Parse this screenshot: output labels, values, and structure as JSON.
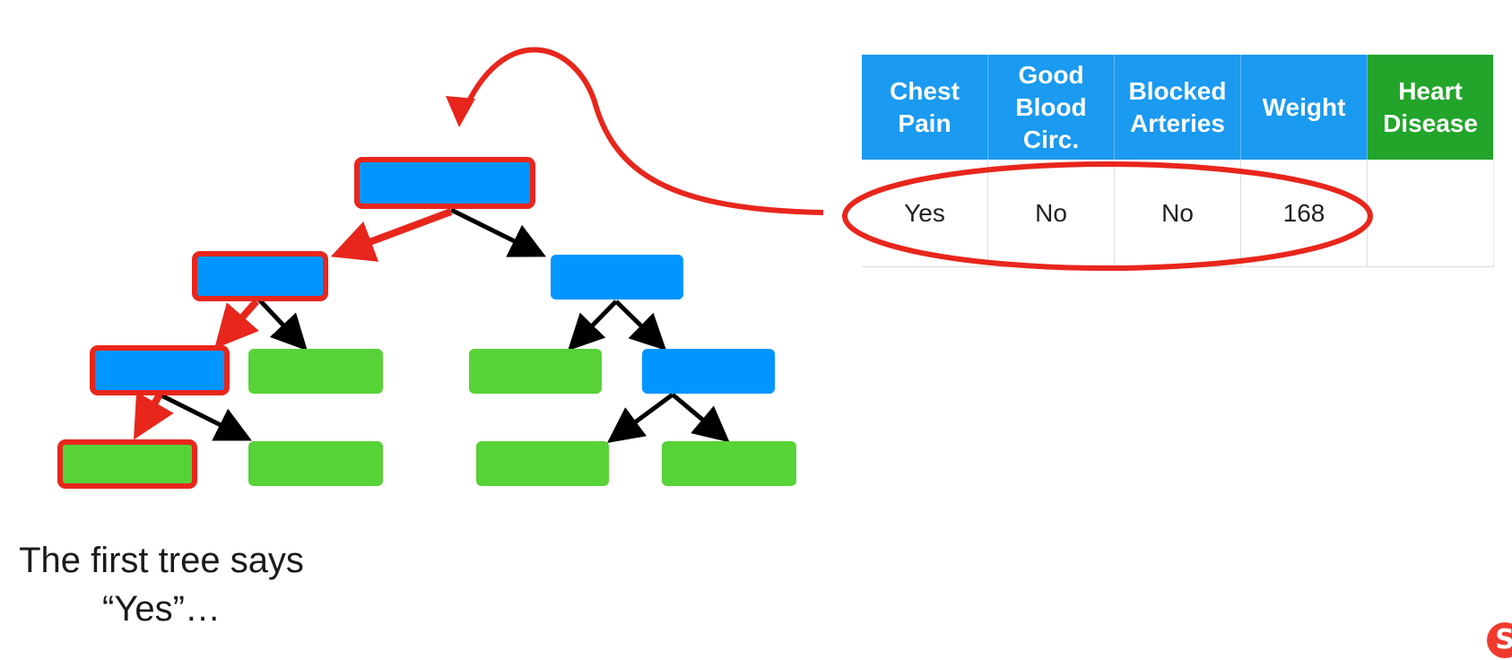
{
  "table": {
    "headers": [
      "Chest Pain",
      "Good Blood Circ.",
      "Blocked Arteries",
      "Weight",
      "Heart Disease"
    ],
    "rows": [
      [
        "Yes",
        "No",
        "No",
        "168",
        ""
      ]
    ]
  },
  "caption": {
    "line1": "The first tree says",
    "line2": "“Yes”…"
  },
  "colors": {
    "node_decision": "#0095ff",
    "node_leaf": "#57d237",
    "path_highlight": "#e8261c",
    "arrow": "#000000",
    "header_feature": "#1a9af0",
    "header_target": "#22a52a"
  }
}
